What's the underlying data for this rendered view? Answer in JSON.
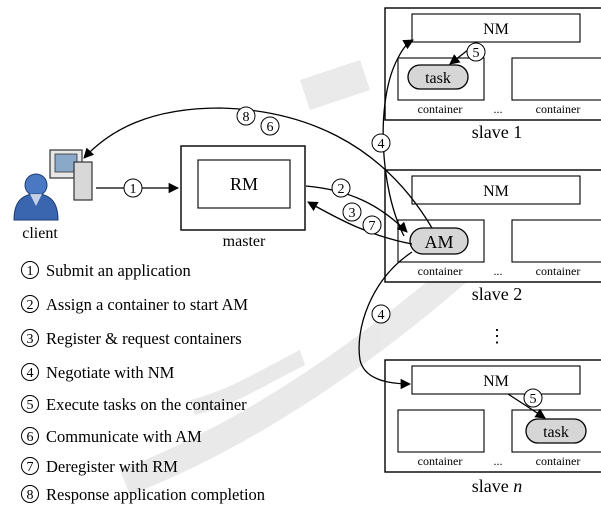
{
  "master": {
    "inner_label": "RM",
    "caption": "master"
  },
  "client": {
    "caption": "client"
  },
  "slaves": [
    {
      "nm": "NM",
      "container_left": "container",
      "container_right": "container",
      "ellipsis": "...",
      "caption": "slave 1",
      "task": "task"
    },
    {
      "nm": "NM",
      "container_left": "container",
      "container_right": "container",
      "ellipsis": "...",
      "caption": "slave 2",
      "am": "AM"
    },
    {
      "nm": "NM",
      "container_left": "container",
      "container_right": "container",
      "ellipsis": "...",
      "caption_prefix": "slave ",
      "caption_n": "n",
      "task": "task"
    }
  ],
  "vertical_ellipsis": "⋮",
  "step_marks": {
    "s1": "1",
    "s2": "2",
    "s3": "3",
    "s4a": "4",
    "s4b": "4",
    "s5a": "5",
    "s5b": "5",
    "s6": "6",
    "s7": "7",
    "s8": "8"
  },
  "legend": [
    {
      "num": "1",
      "text": "Submit an application"
    },
    {
      "num": "2",
      "text": "Assign a container to start AM"
    },
    {
      "num": "3",
      "text": "Register & request containers"
    },
    {
      "num": "4",
      "text": "Negotiate with NM"
    },
    {
      "num": "5",
      "text": "Execute tasks on the container"
    },
    {
      "num": "6",
      "text": "Communicate with AM"
    },
    {
      "num": "7",
      "text": "Deregister with RM"
    },
    {
      "num": "8",
      "text": "Response application completion"
    }
  ]
}
